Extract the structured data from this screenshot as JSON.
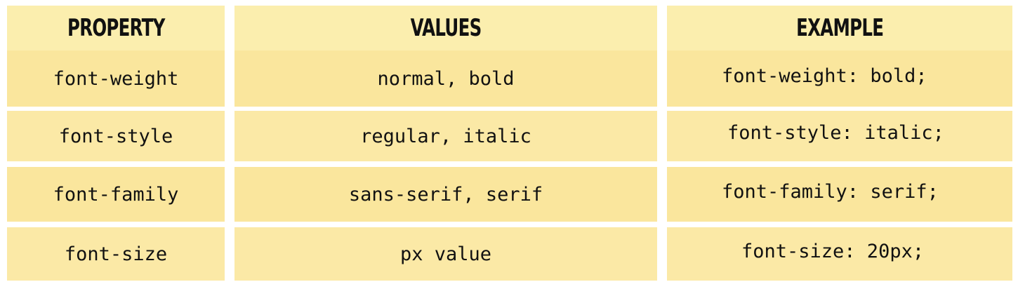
{
  "colors": {
    "header_bg": "#fbeeae",
    "row_bg": "#f9e8a0",
    "text": "#111111",
    "grid_lines": "#ffffff"
  },
  "table": {
    "headers": [
      "PROPERTY",
      "VALUES",
      "EXAMPLE"
    ],
    "rows": [
      {
        "property": "font-weight",
        "values": "normal, bold",
        "example": "font-weight: bold;"
      },
      {
        "property": "font-style",
        "values": "regular, italic",
        "example": "font-style: italic;"
      },
      {
        "property": "font-family",
        "values": "sans-serif, serif",
        "example": "font-family: serif;"
      },
      {
        "property": "font-size",
        "values": "px value",
        "example": "font-size: 20px;"
      }
    ]
  }
}
